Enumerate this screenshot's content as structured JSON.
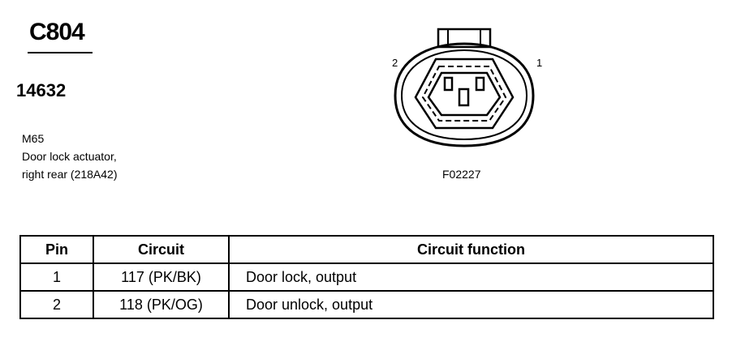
{
  "header": {
    "connector_id": "C804",
    "part_number": "14632",
    "component_lines": [
      "M65",
      "Door lock actuator,",
      "right rear (218A42)"
    ]
  },
  "figure": {
    "pin_labels": [
      "2",
      "1"
    ],
    "code": "F02227"
  },
  "table": {
    "headers": [
      "Pin",
      "Circuit",
      "Circuit function"
    ],
    "rows": [
      {
        "pin": "1",
        "circuit": "117 (PK/BK)",
        "function": "Door lock, output"
      },
      {
        "pin": "2",
        "circuit": "118 (PK/OG)",
        "function": "Door unlock, output"
      }
    ]
  }
}
